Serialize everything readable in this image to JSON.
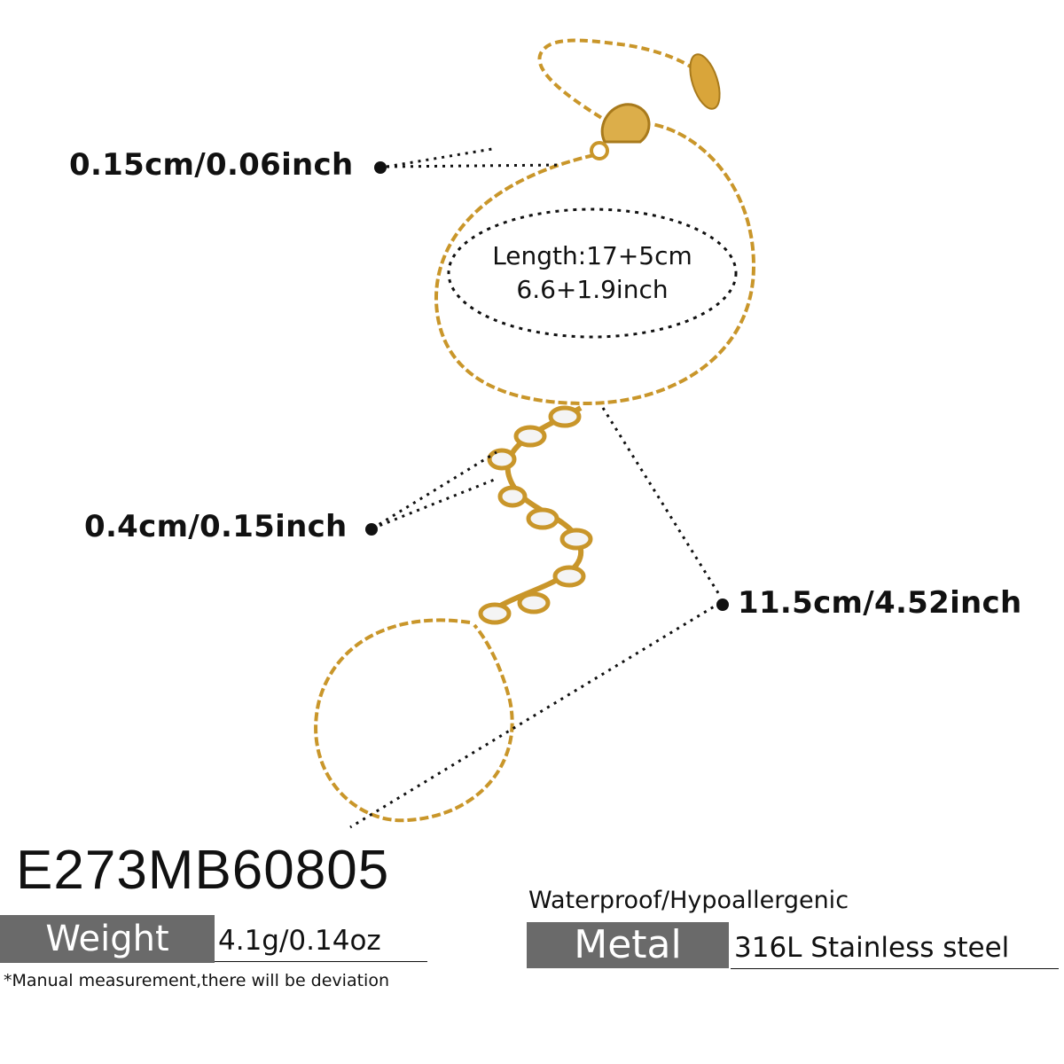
{
  "dimensions": {
    "chain_width": "0.15cm/0.06inch",
    "stone_width": "0.4cm/0.15inch",
    "drop_length": "11.5cm/4.52inch",
    "length_line1": "Length:17+5cm",
    "length_line2": "6.6+1.9inch"
  },
  "product": {
    "sku": "E273MB60805",
    "weight_label": "Weight",
    "weight_value": "4.1g/0.14oz",
    "disclaimer": "*Manual measurement,there will be deviation",
    "features": "Waterproof/Hypoallergenic",
    "metal_label": "Metal",
    "metal_value": "316L Stainless steel"
  },
  "colors": {
    "gold": "#c9962a",
    "label_bg": "#6a6a6a",
    "text": "#111111"
  }
}
